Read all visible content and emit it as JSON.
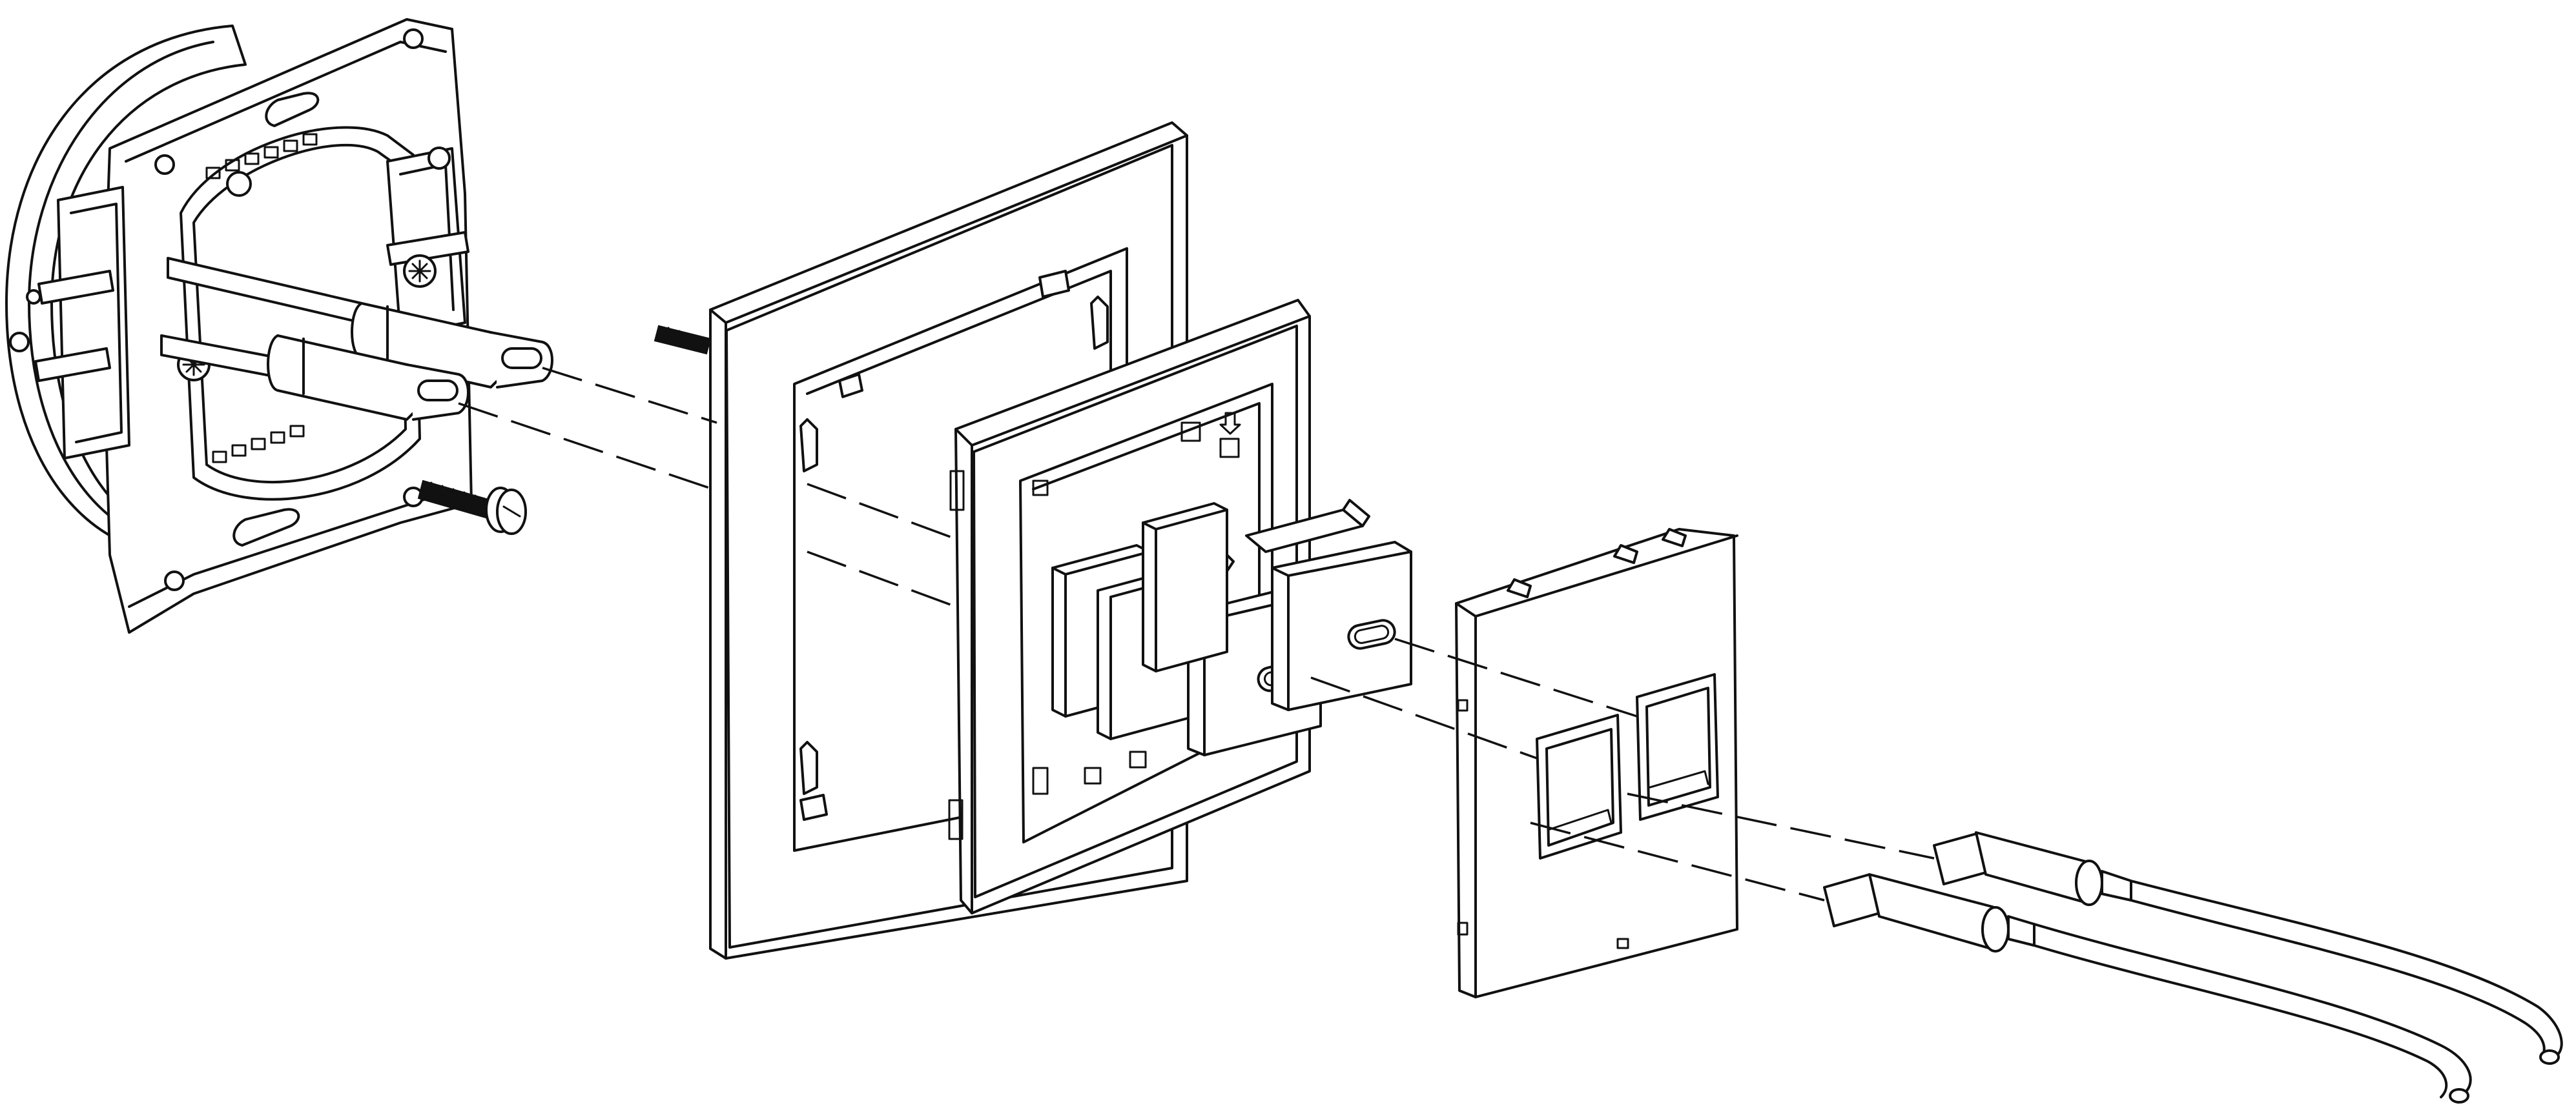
{
  "figure": {
    "kind": "exploded assembly line drawing",
    "text_labels": []
  },
  "components": [
    {
      "id": "mounting-frame",
      "icon": "metal-mounting-frame-icon"
    },
    {
      "id": "wall-box",
      "icon": "round-wall-box-icon"
    },
    {
      "id": "cover-frame",
      "icon": "square-cover-frame-icon"
    },
    {
      "id": "inner-frame",
      "icon": "inner-frame-icon"
    },
    {
      "id": "usb-c-coupler-left",
      "icon": "usb-c-coupler-icon"
    },
    {
      "id": "usb-c-coupler-right",
      "icon": "usb-c-coupler-icon"
    },
    {
      "id": "face-plate",
      "icon": "double-port-faceplate-icon"
    },
    {
      "id": "usb-c-cable-top",
      "icon": "usb-c-cable-icon"
    },
    {
      "id": "usb-c-cable-bottom",
      "icon": "usb-c-cable-icon"
    },
    {
      "id": "mounting-screws",
      "icon": "screw-icon"
    }
  ],
  "colors": {
    "line": "#111111",
    "background": "#ffffff"
  }
}
